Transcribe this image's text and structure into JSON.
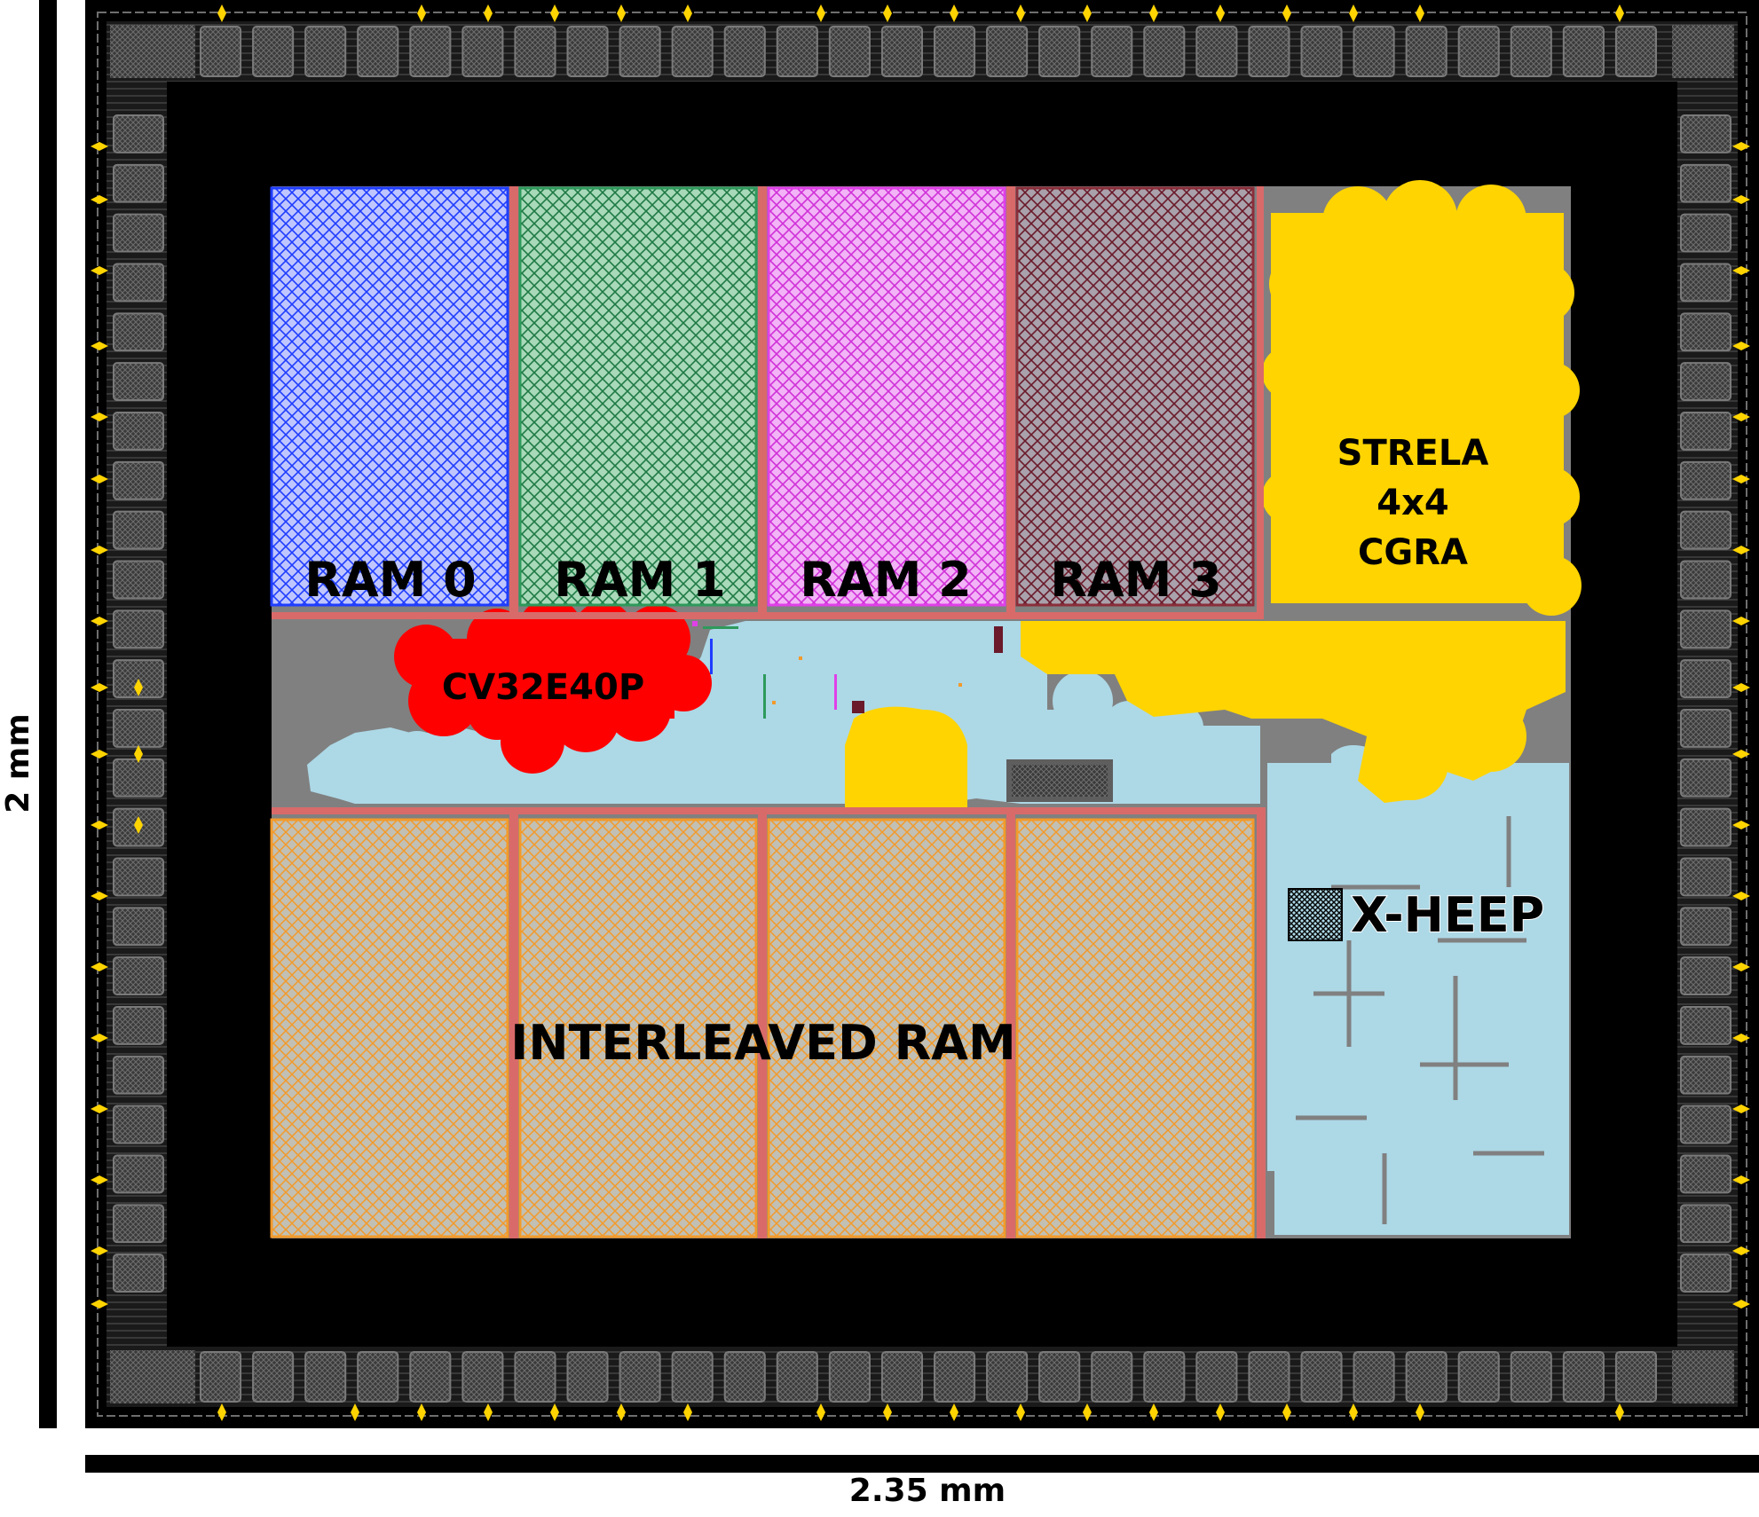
{
  "dimensions": {
    "width_label": "2.35 mm",
    "height_label": "2 mm"
  },
  "blocks": {
    "ram0": {
      "label": "RAM 0",
      "color": "#1f3dff"
    },
    "ram1": {
      "label": "RAM 1",
      "color": "#2e9a5c"
    },
    "ram2": {
      "label": "RAM 2",
      "color": "#e040e8"
    },
    "ram3": {
      "label": "RAM 3",
      "color": "#6a1a2a"
    },
    "interleaved": {
      "label": "INTERLEAVED RAM",
      "color": "#f39a2a"
    },
    "cpu": {
      "label": "CV32E40P",
      "color": "#ff0000"
    },
    "cgra": {
      "label_lines": [
        "STRELA",
        "4x4",
        "CGRA"
      ],
      "color": "#ffd400"
    },
    "xheep": {
      "label": "X-HEEP",
      "color": "#add8e6"
    }
  },
  "colors": {
    "die_background": "#000000",
    "pad_frame": "#5a5a5a",
    "pad_marker": "#ffd400",
    "core_fill": "#808080",
    "power_stripe": "#d96a6a"
  }
}
